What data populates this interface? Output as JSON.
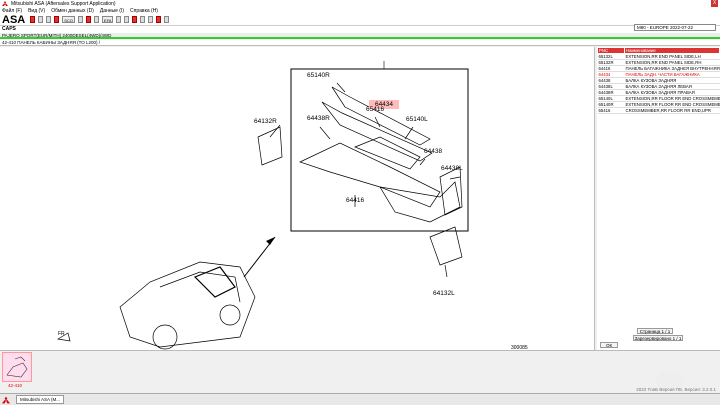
{
  "window": {
    "title": "Mitsubishi ASA (Aftersales Support Application)",
    "close_label": "X"
  },
  "menu": [
    "Файл (F)",
    "Вид (V)",
    "Обмен данных (D)",
    "Данные (I)",
    "Справка (H)"
  ],
  "toolbar": {
    "brand": "ASA",
    "buttons": [
      "",
      "",
      "",
      "",
      "SCO",
      "",
      "",
      "",
      "EFA",
      "",
      "",
      "",
      "",
      "",
      "",
      ""
    ],
    "language": ""
  },
  "cats_label": "CAPS",
  "catalog_value": "M80 - EUROPE 2022-07-22",
  "path": "PAJERO SPORT(EUR/MITH)   2400DESEL(4WD)/4WD",
  "sub_path": "42-410  ПАНЕЛЬ КАБИНЫ ЗАДНЯЯ (TO L200) /",
  "diagram": {
    "callout": "64434",
    "labels": [
      "65140R",
      "65416",
      "64438R",
      "65140L",
      "64438",
      "64438L",
      "64132R",
      "64416",
      "64132L"
    ],
    "fr_label": "FR",
    "code": "300085"
  },
  "parts_table": {
    "headers": [
      "PNC",
      "Наименование"
    ],
    "rows": [
      {
        "pnc": "65132L",
        "name": "EXTENSION,RR END PANEL SIDE,LH",
        "selected": false
      },
      {
        "pnc": "65132R",
        "name": "EXTENSION,RR END PANEL SIDE,RH",
        "selected": false
      },
      {
        "pnc": "64416",
        "name": "ПАНЕЛЬ БАГАЖНИКА ЗАДНЕЯ ВНУТРЕННЯЯ",
        "selected": false
      },
      {
        "pnc": "64434",
        "name": "ПАНЕЛЬ ЗАДН. ЧАСТИ БАГАЖНИКА",
        "selected": true
      },
      {
        "pnc": "64438",
        "name": "БАЛКА КУЗОВА ЗАДНЯЯ",
        "selected": false
      },
      {
        "pnc": "64438L",
        "name": "БАЛКА КУЗОВА ЗАДНЯЯ ЛЕВАЯ",
        "selected": false
      },
      {
        "pnc": "64438R",
        "name": "БАЛКА КУЗОВА ЗАДНЯЯ ПРАВАЯ",
        "selected": false
      },
      {
        "pnc": "65140L",
        "name": "EXTENSION,RR FLOOR RR END CROSSMEMBER",
        "selected": false
      },
      {
        "pnc": "65140R",
        "name": "EXTENSION,RR FLOOR RR END CROSSMEMBER",
        "selected": false
      },
      {
        "pnc": "65416",
        "name": "CROSSMEMBER,RR FLOOR RR END,UPR",
        "selected": false
      }
    ]
  },
  "pagination": {
    "page_label": "Страница 1 / 1",
    "saved_label": "Зарезервировано 1 / 1",
    "button_label": "ОК"
  },
  "thumbnail": {
    "label": "42-410"
  },
  "taskbar": {
    "item": "Mitsubishi ASA (M..."
  },
  "version": "2022 ТлиБ Версия ПБ. Версия: 3.2.0.1"
}
